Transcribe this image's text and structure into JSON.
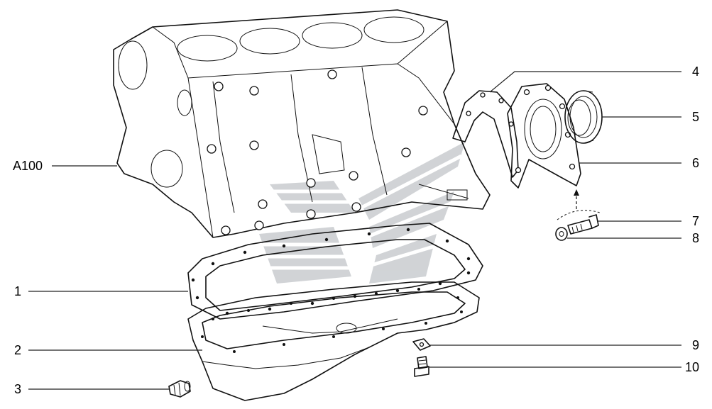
{
  "diagram": {
    "callouts": {
      "a100": "A100",
      "c1": "1",
      "c2": "2",
      "c3": "3",
      "c4": "4",
      "c5": "5",
      "c6": "6",
      "c7": "7",
      "c8": "8",
      "c9": "9",
      "c10": "10"
    },
    "colors": {
      "ink": "#111111",
      "watermark": "#9aa0a6",
      "background": "#ffffff"
    }
  }
}
